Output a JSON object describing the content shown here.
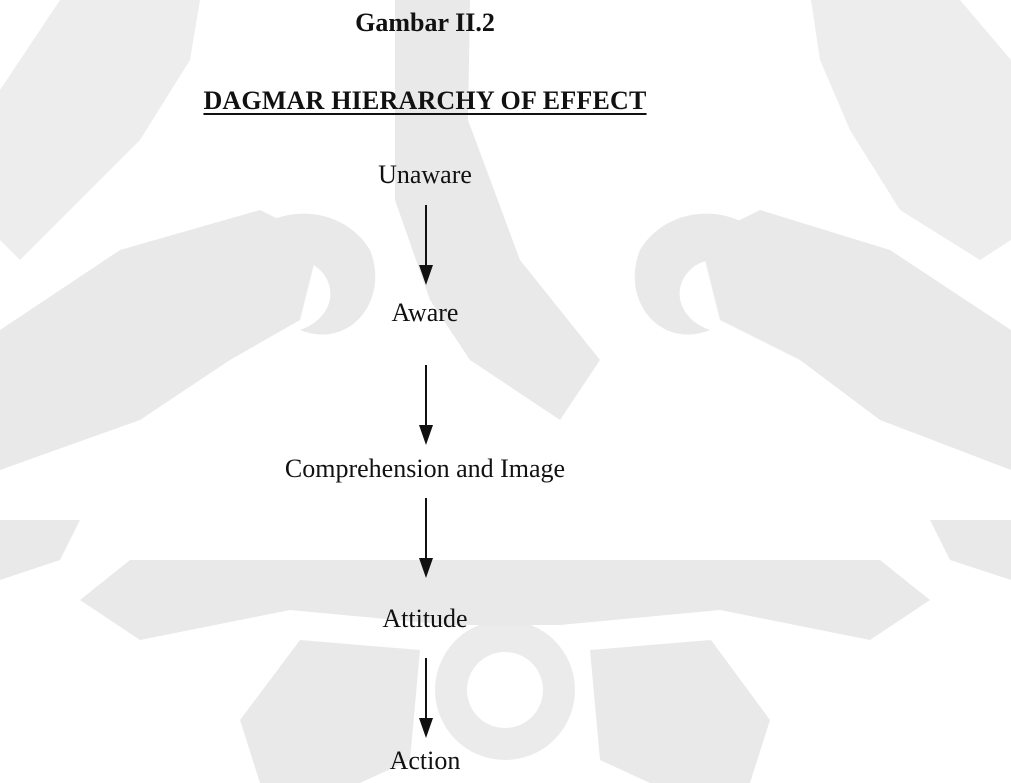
{
  "figure": {
    "label": "Gambar II.2",
    "title": "DAGMAR HIERARCHY OF EFFECT"
  },
  "diagram": {
    "type": "flow",
    "direction": "top-to-bottom",
    "stages": [
      "Unaware",
      "Aware",
      "Comprehension and Image",
      "Attitude",
      "Action"
    ]
  },
  "colors": {
    "text": "#111111",
    "arrow": "#111111",
    "watermark": "#e9e9e9",
    "background": "#ffffff"
  }
}
